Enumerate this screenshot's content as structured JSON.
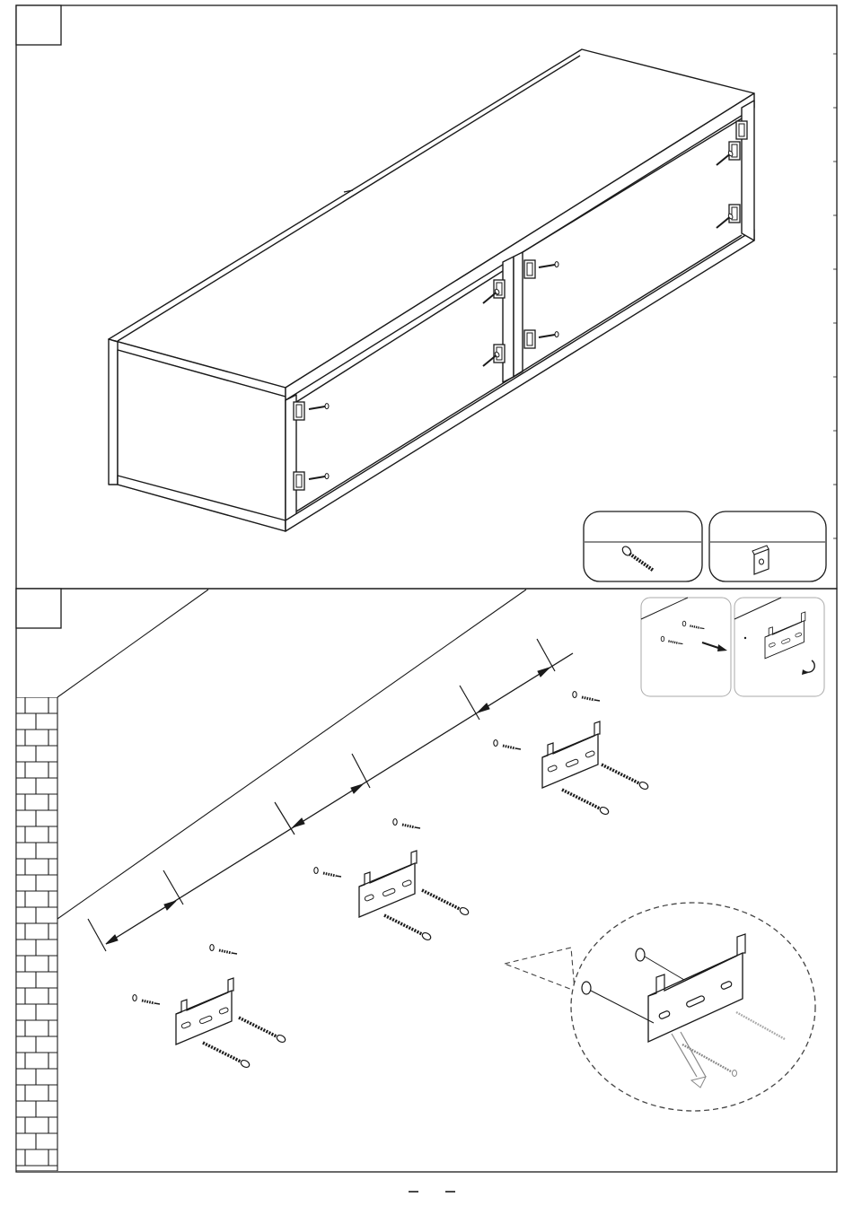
{
  "page": {
    "background": "#ffffff",
    "line_color": "#1a1a1a",
    "wall_color": "#ffffff",
    "footer_marks": [
      "–",
      "–"
    ]
  },
  "steps": [
    {
      "id": "step-1",
      "number": "",
      "parts": [
        {
          "kind": "screw",
          "icon": "screw-icon"
        },
        {
          "kind": "manual",
          "icon": "booklet-icon"
        }
      ],
      "cabinet_clips": 8
    },
    {
      "id": "step-2",
      "number": "",
      "brackets": 3,
      "detail_insets": 2,
      "callout": "magnified-bracket-detail"
    }
  ]
}
